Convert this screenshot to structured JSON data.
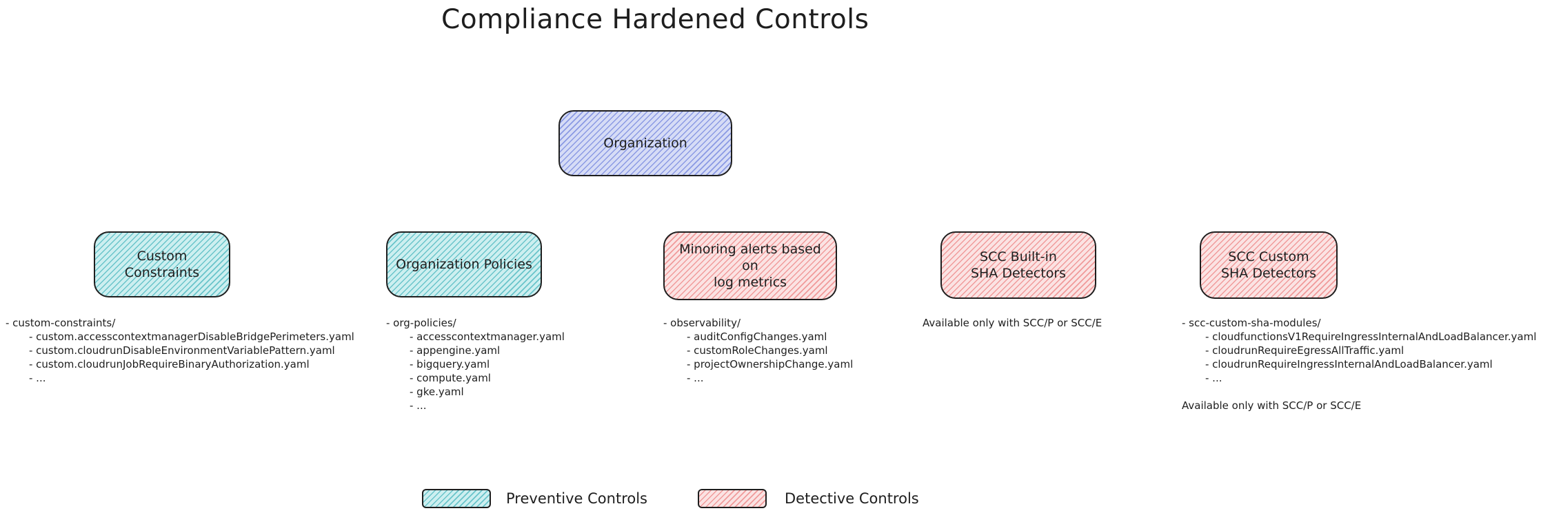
{
  "title": "Compliance Hardened Controls",
  "root": {
    "label": "Organization"
  },
  "columns": [
    {
      "label": "Custom Constraints",
      "kind": "preventive",
      "folder": "- custom-constraints/",
      "items": [
        "- custom.accesscontextmanagerDisableBridgePerimeters.yaml",
        "- custom.cloudrunDisableEnvironmentVariablePattern.yaml",
        "- custom.cloudrunJobRequireBinaryAuthorization.yaml",
        "- ..."
      ]
    },
    {
      "label": "Organization Policies",
      "kind": "preventive",
      "folder": "- org-policies/",
      "items": [
        "- accesscontextmanager.yaml",
        "- appengine.yaml",
        "- bigquery.yaml",
        "- compute.yaml",
        "- gke.yaml",
        "- ..."
      ]
    },
    {
      "label": "Minoring alerts based on\nlog metrics",
      "kind": "detective",
      "folder": "- observability/",
      "items": [
        "- auditConfigChanges.yaml",
        "- customRoleChanges.yaml",
        "- projectOwnershipChange.yaml",
        "- ..."
      ]
    },
    {
      "label": "SCC Built-in\nSHA Detectors",
      "kind": "detective",
      "note": "Available only with SCC/P or SCC/E"
    },
    {
      "label": "SCC Custom\nSHA Detectors",
      "kind": "detective",
      "folder": "- scc-custom-sha-modules/",
      "items": [
        "- cloudfunctionsV1RequireIngressInternalAndLoadBalancer.yaml",
        "- cloudrunRequireEgressAllTraffic.yaml",
        "- cloudrunRequireIngressInternalAndLoadBalancer.yaml",
        "- ..."
      ],
      "note": "Available only with SCC/P or SCC/E"
    }
  ],
  "legend": {
    "preventive": "Preventive Controls",
    "detective": "Detective Controls"
  },
  "colors": {
    "root_fill": "#d6dcf6",
    "preventive_fill": "#cdeff0",
    "detective_fill": "#fbe3e3",
    "stroke": "#1e1e1e"
  }
}
